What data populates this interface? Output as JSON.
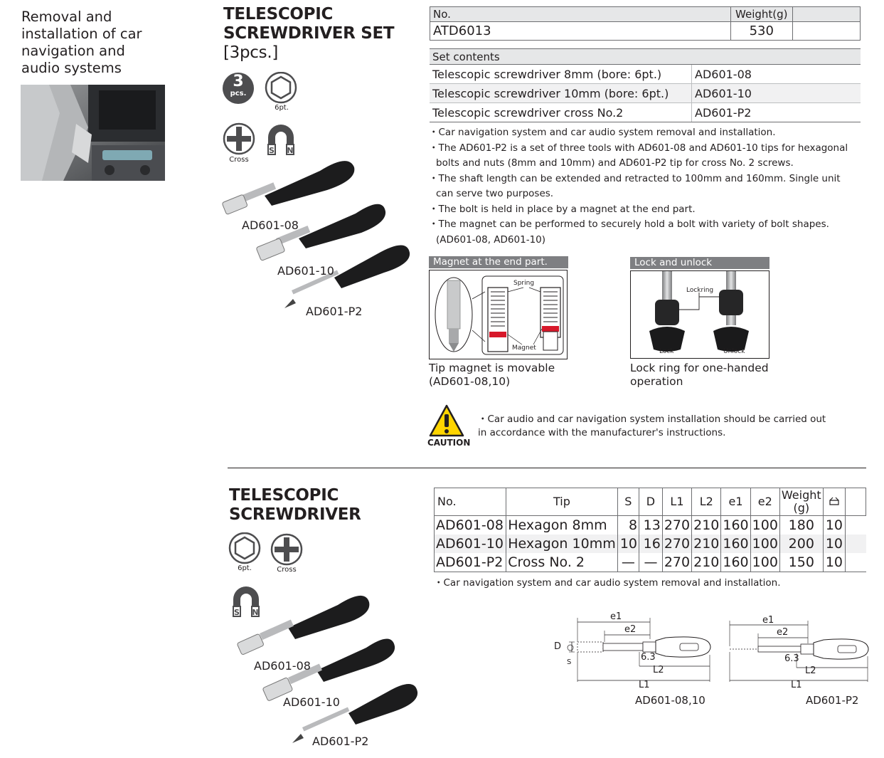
{
  "intro": {
    "text": "Removal and installation of car navigation and audio systems"
  },
  "set": {
    "title_lines": [
      "TELESCOPIC",
      "SCREWDRIVER SET",
      "[3pcs.]"
    ],
    "pcs_badge": {
      "number": "3",
      "unit": "pcs."
    },
    "icons": {
      "hex_label": "6pt.",
      "cross_label": "Cross",
      "magnet": "magnet-icon"
    },
    "tool_labels": [
      "AD601-08",
      "AD601-10",
      "AD601-P2"
    ],
    "header_table": {
      "col_no": "No.",
      "col_weight": "Weight(g)",
      "no": "ATD6013",
      "weight": "530"
    },
    "contents": {
      "header": "Set contents",
      "rows": [
        {
          "name": "Telescopic screwdriver 8mm (bore: 6pt.)",
          "code": "AD601-08"
        },
        {
          "name": "Telescopic screwdriver 10mm (bore: 6pt.)",
          "code": "AD601-10"
        },
        {
          "name": "Telescopic screwdriver cross No.2",
          "code": "AD601-P2"
        }
      ]
    },
    "bullets": [
      "・Car navigation system and car audio system removal and installation.",
      "・The AD601-P2 is a set of three tools with AD601-08 and AD601-10 tips for hexagonal bolts and nuts (8mm and 10mm) and AD601-P2 tip for cross No. 2 screws.",
      "・The shaft length can be extended and retracted to 100mm and 160mm. Single unit can serve two purposes.",
      "・The bolt is held in place by a magnet at the end part.",
      "・The magnet can be performed to securely hold a bolt with variety of bolt shapes. (AD601-08, AD601-10)"
    ],
    "fig_magnet": {
      "label": "Magnet at the end part.",
      "spring": "Spring",
      "magnet": "Magnet",
      "caption_lines": [
        "Tip magnet is movable",
        "(AD601-08,10)"
      ]
    },
    "fig_lock": {
      "label": "Lock and unlock",
      "lockring": "Lockring",
      "lock": "Lock",
      "unlock": "Unlock",
      "caption_lines": [
        "Lock ring for one-handed",
        "operation"
      ]
    },
    "caution": {
      "label": "CAUTION",
      "text": "・Car audio and car navigation system installation should be carried out in accordance with the manufacturer's instructions."
    }
  },
  "single": {
    "title_lines": [
      "TELESCOPIC",
      "SCREWDRIVER"
    ],
    "icons": {
      "hex_label": "6pt.",
      "cross_label": "Cross"
    },
    "tool_labels": [
      "AD601-08",
      "AD601-10",
      "AD601-P2"
    ],
    "spec_table": {
      "headers": {
        "no": "No.",
        "tip": "Tip",
        "s": "S",
        "d": "D",
        "l1": "L1",
        "l2": "L2",
        "e1": "e1",
        "e2": "e2",
        "weight_1": "Weight",
        "weight_2": "(g)"
      },
      "rows": [
        {
          "no": "AD601-08",
          "tip": "Hexagon 8mm",
          "s": "8",
          "d": "13",
          "l1": "270",
          "l2": "210",
          "e1": "160",
          "e2": "100",
          "weight": "180",
          "qty": "10"
        },
        {
          "no": "AD601-10",
          "tip": "Hexagon 10mm",
          "s": "10",
          "d": "16",
          "l1": "270",
          "l2": "210",
          "e1": "160",
          "e2": "100",
          "weight": "200",
          "qty": "10"
        },
        {
          "no": "AD601-P2",
          "tip": "Cross No. 2",
          "s": "—",
          "d": "—",
          "l1": "270",
          "l2": "210",
          "e1": "160",
          "e2": "100",
          "weight": "150",
          "qty": "10"
        }
      ]
    },
    "bullets": [
      "・Car navigation system and car audio system removal and installation."
    ],
    "diagrams": {
      "hex": {
        "e1": "e1",
        "e2": "e2",
        "d": "D",
        "s": "S",
        "d63": "6.3",
        "l1": "L1",
        "l2": "L2",
        "caption": "AD601-08,10"
      },
      "cross": {
        "e1": "e1",
        "e2": "e2",
        "d63": "6.3",
        "l1": "L1",
        "l2": "L2",
        "caption": "AD601-P2"
      }
    }
  },
  "colors": {
    "text": "#231f20",
    "label_bg": "#7e7f82",
    "header_bg": "#e6e7e8",
    "row_alt": "#f1f1f2",
    "caution_yellow": "#ffd500",
    "magnet_red": "#d7182a"
  }
}
